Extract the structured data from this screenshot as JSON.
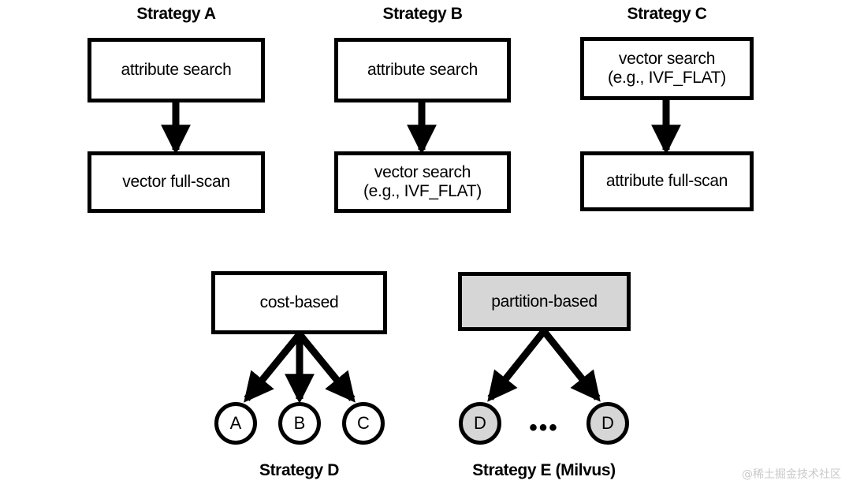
{
  "figure": {
    "background_color": "#ffffff",
    "stroke_color": "#000000",
    "shaded_fill": "#d6d6d6",
    "watermark": "@稀土掘金技术社区"
  },
  "strategies": {
    "a": {
      "title": "Strategy A",
      "step1": "attribute search",
      "step2": "vector full-scan"
    },
    "b": {
      "title": "Strategy B",
      "step1": "attribute search",
      "step2_line1": "vector search",
      "step2_line2": "(e.g., IVF_FLAT)"
    },
    "c": {
      "title": "Strategy C",
      "step1_line1": "vector search",
      "step1_line2": "(e.g., IVF_FLAT)",
      "step2": "attribute full-scan"
    },
    "d": {
      "title": "Strategy D",
      "root": "cost-based",
      "children": [
        "A",
        "B",
        "C"
      ]
    },
    "e": {
      "title": "Strategy E (Milvus)",
      "root": "partition-based",
      "children": [
        "D",
        "D"
      ],
      "ellipsis": "•••"
    }
  }
}
